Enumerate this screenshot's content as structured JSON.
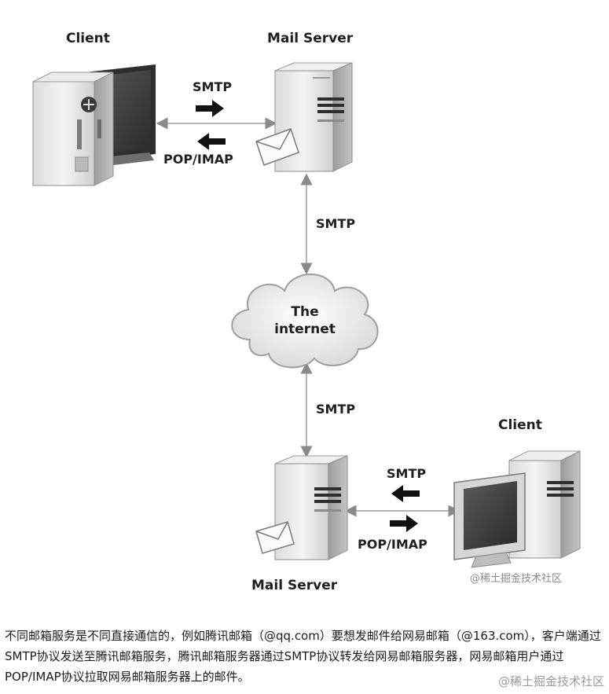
{
  "diagram": {
    "top_client_label": "Client",
    "top_server_label": "Mail Server",
    "top_smtp_label": "SMTP",
    "top_pop_label": "POP/IMAP",
    "upper_smtp_label": "SMTP",
    "cloud_line1": "The",
    "cloud_line2": "internet",
    "lower_smtp_label": "SMTP",
    "bottom_client_label": "Client",
    "bottom_smtp_label": "SMTP",
    "bottom_pop_label": "POP/IMAP",
    "bottom_server_label": "Mail Server",
    "image_watermark": "@稀土掘金技术社区"
  },
  "caption": {
    "text": "不同邮箱服务是不同直接通信的，例如腾讯邮箱（@qq.com）要想发邮件给网易邮箱（@163.com），客户端通过SMTP协议发送至腾讯邮箱服务，腾讯邮箱服务器通过SMTP协议转发给网易邮箱服务器，网易邮箱用户通过POP/IMAP协议拉取网易邮箱服务器上的邮件。"
  },
  "page_watermark": "@稀土掘金技术社区"
}
